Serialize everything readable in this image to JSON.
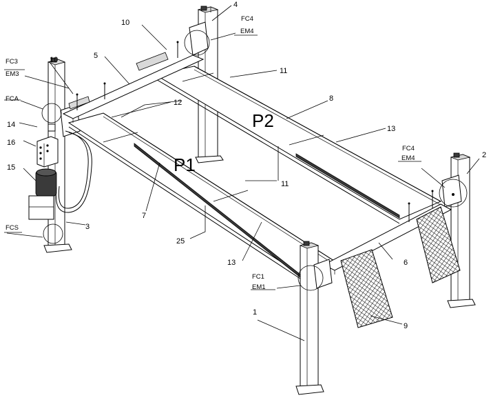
{
  "labels": {
    "l1": "1",
    "l2": "2",
    "l3": "3",
    "l4": "4",
    "l5": "5",
    "l6": "6",
    "l7": "7",
    "l8": "8",
    "l9": "9",
    "l10a": "10",
    "l10b": "10",
    "l11a": "11",
    "l11b": "11",
    "l12": "12",
    "l13a": "13",
    "l13b": "13",
    "l14": "14",
    "l15": "15",
    "l16": "16",
    "l25": "25",
    "p1": "P1",
    "p2": "P2",
    "fc4_top": "FC4",
    "em4_top": "EM4",
    "fc4_right": "FC4",
    "em4_right": "EM4",
    "fc3": "FC3",
    "em3": "EM3",
    "fca": "FCA",
    "fcs": "FCS",
    "fc1": "FC1",
    "em1": "EM1"
  }
}
